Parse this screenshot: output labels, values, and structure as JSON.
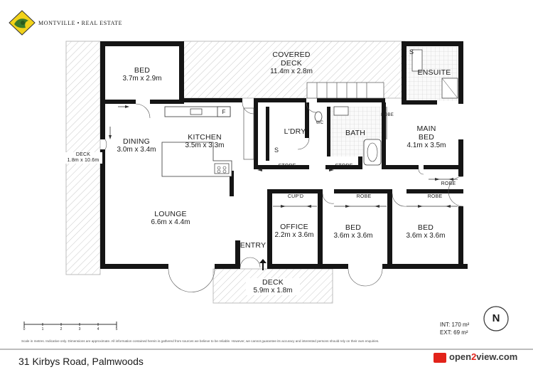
{
  "brand": {
    "name": "MONTVILLE • REAL ESTATE"
  },
  "address": "31 Kirbys Road, Palmwoods",
  "rooms": {
    "covered_deck": {
      "name": "COVERED",
      "name2": "DECK",
      "dims": "11.4m x 2.8m"
    },
    "bed_top": {
      "name": "BED",
      "dims": "3.7m x 2.9m"
    },
    "ensuite": {
      "name": "ENSUITE"
    },
    "dining": {
      "name": "DINING",
      "dims": "3.0m x 3.4m"
    },
    "kitchen": {
      "name": "KITCHEN",
      "dims": "3.5m x 3.3m"
    },
    "laundry": {
      "name": "L'DRY"
    },
    "bath": {
      "name": "BATH"
    },
    "main_bed": {
      "name": "MAIN",
      "name2": "BED",
      "dims": "4.1m x 3.5m"
    },
    "deck_side": {
      "name": "DECK",
      "dims": "1.8m x 10.6m"
    },
    "lounge": {
      "name": "LOUNGE",
      "dims": "6.6m x 4.4m"
    },
    "office": {
      "name": "OFFICE",
      "dims": "2.2m x 3.6m"
    },
    "bed_mid": {
      "name": "BED",
      "dims": "3.6m x 3.6m"
    },
    "bed_right": {
      "name": "BED",
      "dims": "3.6m x 3.6m"
    },
    "entry": {
      "name": "ENTRY"
    },
    "deck_front": {
      "name": "DECK",
      "dims": "5.9m x 1.8m"
    }
  },
  "small_labels": {
    "store1": "STORE",
    "store2": "STORE",
    "cupd": "CUP'D",
    "robe_mid": "ROBE",
    "robe_right": "ROBE",
    "robe_main": "ROBE",
    "robe_main2": "ROBE",
    "wc": "WC",
    "s_laundry": "S",
    "s_ensuite": "S",
    "fridge": "F"
  },
  "scale": {
    "ticks": [
      "0",
      "1",
      "2",
      "3",
      "4",
      "5"
    ],
    "note": "Scale in metres. Indicative only. Dimensions are approximate. All information contained herein is gathered from sources we believe to be reliable. However, we cannot guarantee its accuracy and interested persons should rely on their own enquiries."
  },
  "area": {
    "int": "INT: 170 m²",
    "ext": "EXT: 69 m²"
  },
  "compass": {
    "label": "N"
  },
  "footer_brand": {
    "part1": "open",
    "part2": "2",
    "part3": "view.com"
  }
}
